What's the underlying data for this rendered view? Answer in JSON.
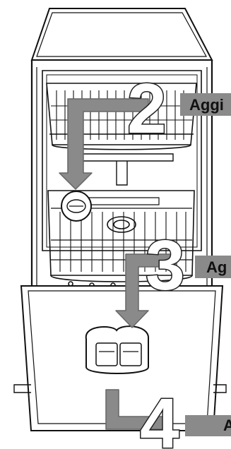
{
  "steps": [
    {
      "number": "2",
      "label": "Aggi"
    },
    {
      "number": "3",
      "label": "Ag"
    },
    {
      "number": "4",
      "label": "A"
    }
  ],
  "colors": {
    "arrow": "#8a8a8a",
    "line": "#111111",
    "background": "#ffffff"
  }
}
